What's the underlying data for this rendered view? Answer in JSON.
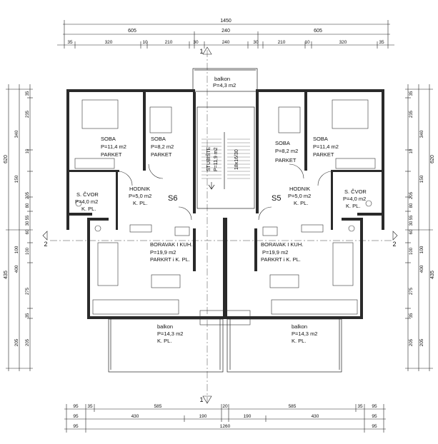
{
  "dimensions": {
    "top_total": "1450",
    "top_row2": [
      "605",
      "240",
      "605"
    ],
    "top_row3": [
      "35",
      "320",
      "10",
      "210",
      "30",
      "240",
      "30",
      "210",
      "10",
      "320",
      "35"
    ],
    "bottom_row1": [
      "95",
      "35",
      "585",
      "20",
      "585",
      "35",
      "95"
    ],
    "bottom_row2": [
      "95",
      "430",
      "190",
      "190",
      "430",
      "95"
    ],
    "bottom_row3": [
      "95",
      "1260",
      "95"
    ],
    "left_total_upper": "620",
    "left_total_lower": "435",
    "left_row2": [
      "340",
      "150",
      "100",
      "400",
      "205"
    ],
    "left_row3": [
      "35",
      "235",
      "10",
      "205",
      "80",
      "55",
      "30",
      "60",
      "100",
      "275",
      "35",
      "205"
    ],
    "right_total_upper": "620",
    "right_total_lower": "435",
    "right_row2": [
      "340",
      "150",
      "100",
      "400",
      "205"
    ],
    "right_row3": [
      "35",
      "235",
      "10",
      "205",
      "80",
      "55",
      "30",
      "60",
      "100",
      "275",
      "35",
      "205"
    ]
  },
  "section_marks": {
    "top": "1",
    "bottom": "1",
    "left": "2",
    "right": "2"
  },
  "units": {
    "s6": "S6",
    "s5": "S5"
  },
  "rooms": {
    "balkon_top": {
      "name": "balkon",
      "area": "P=4,3 m2"
    },
    "soba_left_big": {
      "name": "SOBA",
      "area": "P=11,4 m2",
      "floor": "PARKET"
    },
    "soba_left_small": {
      "name": "SOBA",
      "area": "P=8,2 m2",
      "floor": "PARKET"
    },
    "soba_right_small": {
      "name": "SOBA",
      "area": "P=8,2 m2",
      "floor": "PARKET"
    },
    "soba_right_big": {
      "name": "SOBA",
      "area": "P=11,4 m2",
      "floor": "PARKET"
    },
    "stubiste": {
      "name": "STUBIŠTE",
      "area": "P=11,9 m2",
      "steps": "18x16/30"
    },
    "hodnik_left": {
      "name": "HODNIK",
      "area": "P=5,0 m2",
      "floor": "K. PL."
    },
    "hodnik_right": {
      "name": "HODNIK",
      "area": "P=5,0 m2",
      "floor": "K. PL."
    },
    "cvor_left": {
      "name": "S. ČVOR",
      "area": "P=4,0 m2",
      "floor": "K. PL."
    },
    "cvor_right": {
      "name": "S. ČVOR",
      "area": "P=4,0 m2",
      "floor": "K. PL."
    },
    "boravak_left": {
      "name": "BORAVAK I KUH.",
      "area": "P=19,9 m2",
      "floor": "PARKRT i K. PL."
    },
    "boravak_right": {
      "name": "BORAVAK I KUH.",
      "area": "P=19,9 m2",
      "floor": "PARKRT i K. PL."
    },
    "balkon_left": {
      "name": "balkon",
      "area": "P=14,3 m2",
      "floor": "K. PL."
    },
    "balkon_right": {
      "name": "balkon",
      "area": "P=14,3 m2",
      "floor": "K. PL."
    }
  }
}
